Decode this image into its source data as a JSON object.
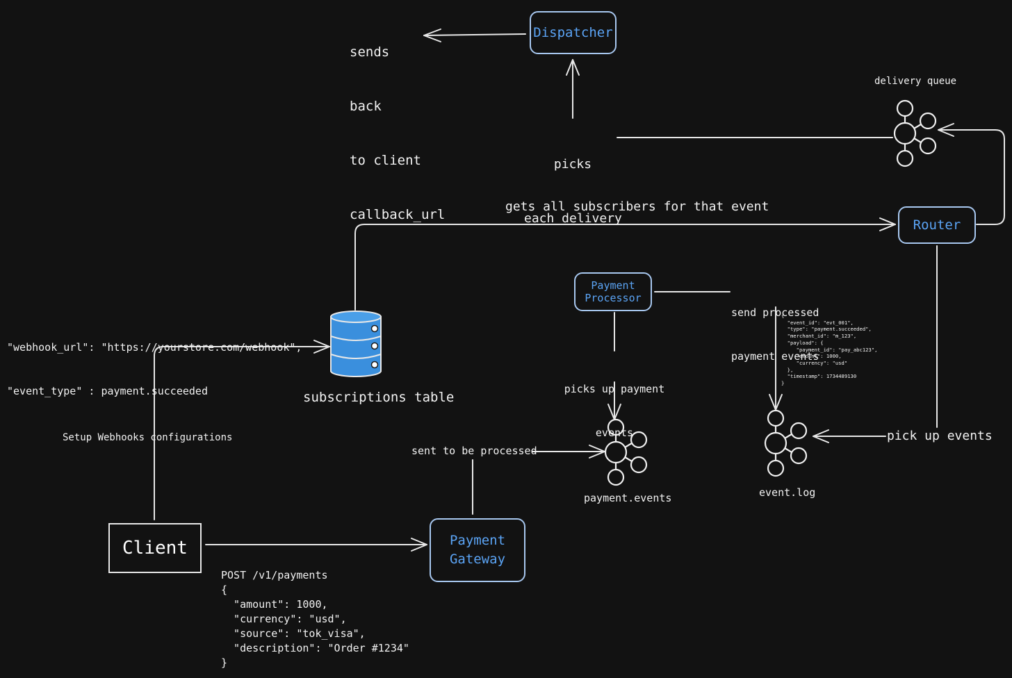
{
  "colors": {
    "background": "#121212",
    "line": "#e8e8e8",
    "node_text": "#5ba4f5",
    "node_border": "#a8c8f0",
    "db_fill": "#3a8fdd"
  },
  "nodes": {
    "dispatcher": "Dispatcher",
    "router": "Router",
    "payment_processor": [
      "Payment",
      "Processor"
    ],
    "payment_gateway": [
      "Payment",
      "Gateway"
    ],
    "client": "Client"
  },
  "queues": {
    "delivery_queue": "delivery queue",
    "payment_events": "payment.events",
    "event_log": "event.log"
  },
  "database": {
    "label": "subscriptions table",
    "icon": "database-icon"
  },
  "labels": {
    "sends_back": [
      "sends",
      "back",
      "to client",
      "callback_url"
    ],
    "picks_each_delivery": [
      "picks",
      "each delivery"
    ],
    "gets_subscribers": "gets all subscribers for that event",
    "send_processed": [
      "send processed",
      "payment events"
    ],
    "picks_up_payment": [
      "picks up payment",
      "events"
    ],
    "sent_to_be_processed": "sent to be processed",
    "pick_up_events": "pick up events",
    "setup_webhooks": "Setup Webhooks configurations"
  },
  "webhook_config": [
    "\"webhook_url\": \"https://yourstore.com/webhook\",",
    "\"event_type\" : payment.succeeded"
  ],
  "request_example": [
    "POST /v1/payments",
    "{",
    "  \"amount\": 1000,",
    "  \"currency\": \"usd\",",
    "  \"source\": \"tok_visa\",",
    "  \"description\": \"Order #1234\"",
    "}"
  ],
  "event_json": [
    "{",
    "  \"event_id\": \"evt_001\",",
    "  \"type\": \"payment.succeeded\",",
    "  \"merchant_id\": \"m_123\",",
    "  \"payload\": {",
    "     \"payment_id\": \"pay_abc123\",",
    "     \"amount\": 1000,",
    "     \"currency\": \"usd\"",
    "  },",
    "  \"timestamp\": 1734489130",
    "}"
  ]
}
